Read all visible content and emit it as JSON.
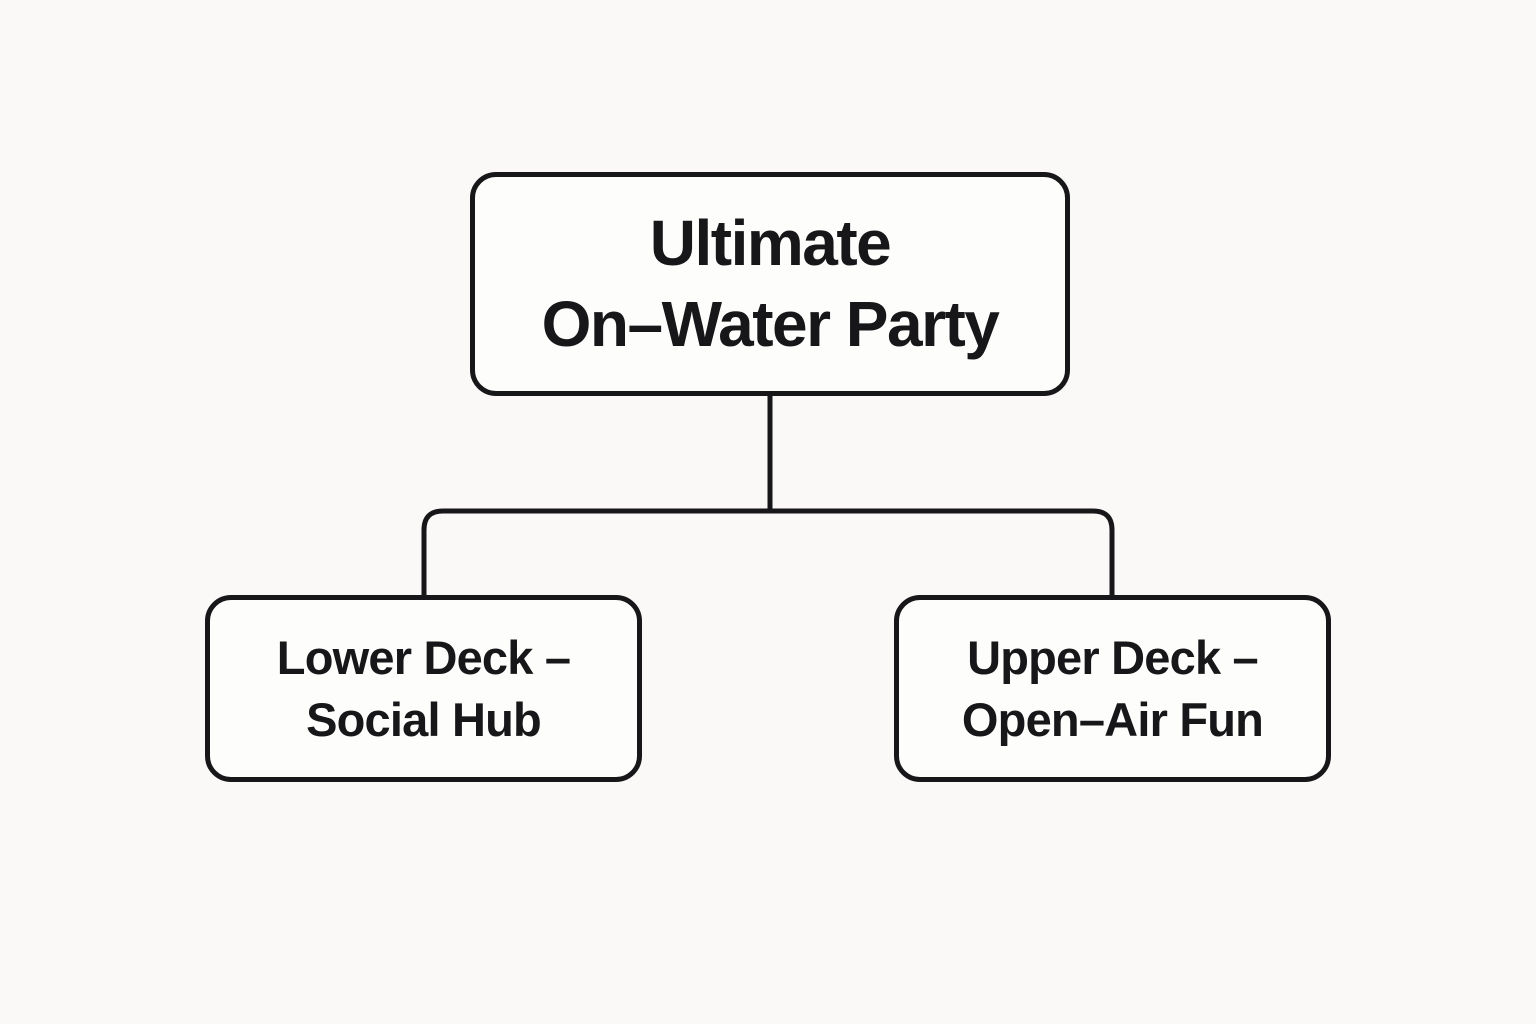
{
  "diagram": {
    "type": "flowchart",
    "root": {
      "lines": [
        "Ultimate",
        "On–Water Party"
      ],
      "label": "Ultimate On–Water Party"
    },
    "children": [
      {
        "lines": [
          "Lower Deck –",
          "Social Hub"
        ],
        "label": "Lower Deck – Social Hub"
      },
      {
        "lines": [
          "Upper Deck –",
          "Open–Air Fun"
        ],
        "label": "Upper Deck – Open–Air Fun"
      }
    ],
    "colors": {
      "page_background": "#faf9f7",
      "box_background": "#fdfdfc",
      "line": "#17171a",
      "text": "#17171a"
    }
  }
}
